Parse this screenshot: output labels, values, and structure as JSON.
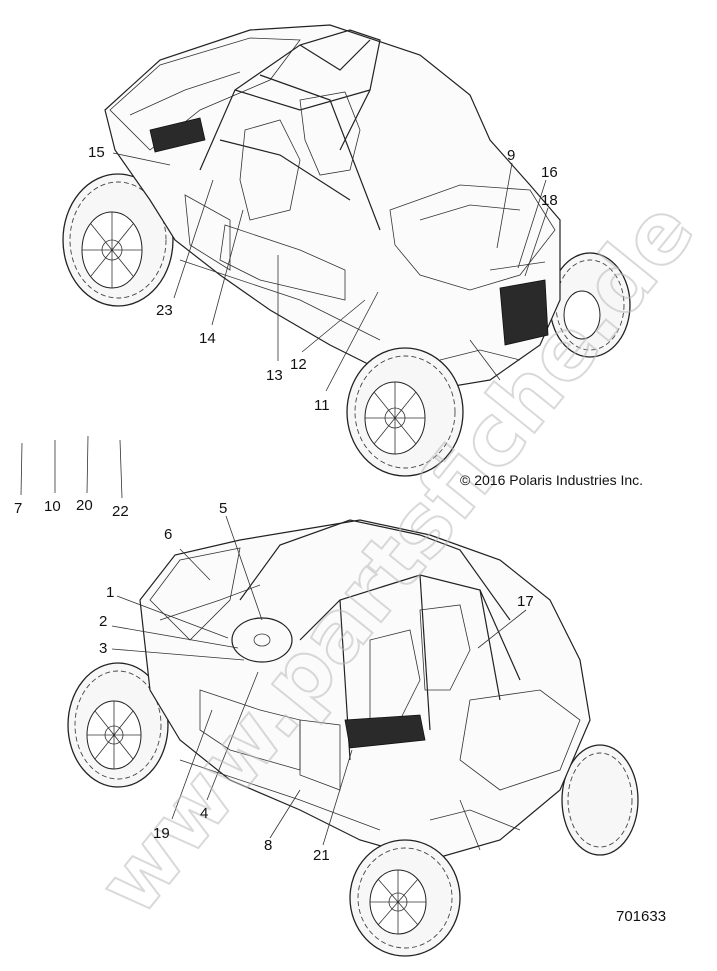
{
  "watermark": "www.partsfiche.de",
  "copyright": "© 2016 Polaris Industries Inc.",
  "part_number": "701633",
  "callouts_top": {
    "c15": "15",
    "c9": "9",
    "c16": "16",
    "c18": "18",
    "c23": "23",
    "c14": "14",
    "c13": "13",
    "c12": "12",
    "c11": "11"
  },
  "callouts_loose": {
    "c7": "7",
    "c10": "10",
    "c20": "20",
    "c22": "22"
  },
  "callouts_bottom": {
    "c6": "6",
    "c5": "5",
    "c1": "1",
    "c2": "2",
    "c3": "3",
    "c17": "17",
    "c4": "4",
    "c19": "19",
    "c8": "8",
    "c21": "21"
  }
}
